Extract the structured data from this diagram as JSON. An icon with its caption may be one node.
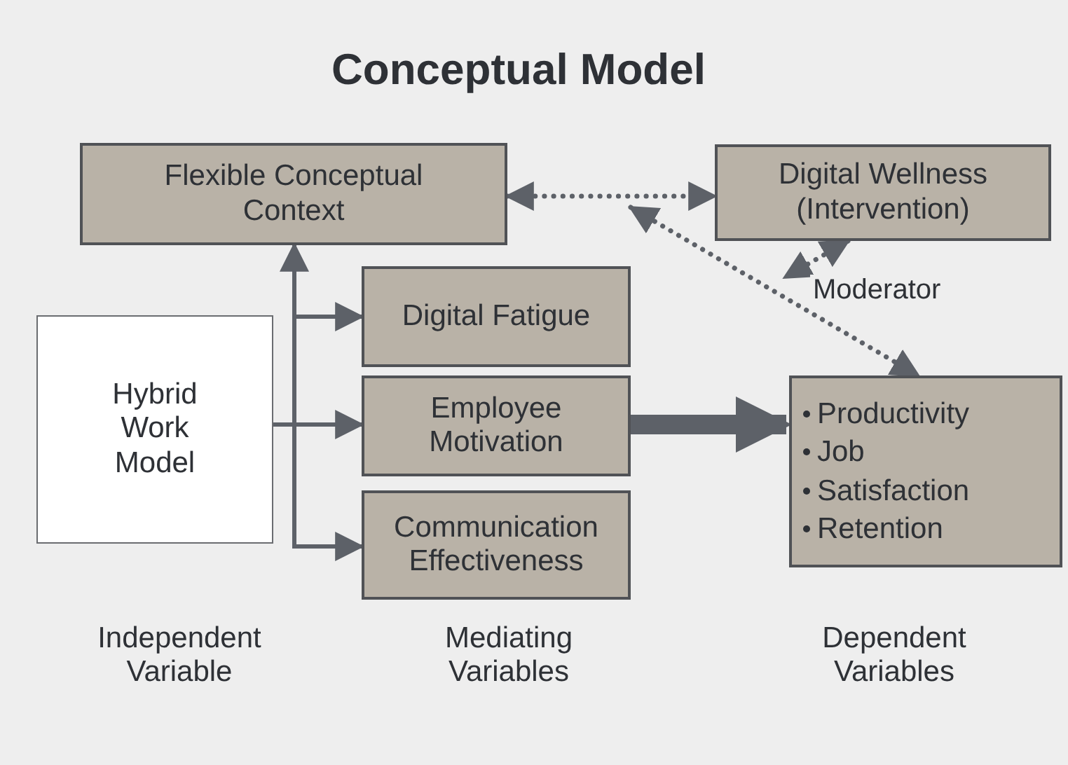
{
  "diagram": {
    "title": "Conceptual Model",
    "nodes": [
      {
        "text": [
          "Flexible Conceptual Context"
        ]
      },
      {
        "text": [
          "Digital Wellness (Intervention)"
        ]
      },
      {
        "text": [
          "Hybrid Work Model"
        ]
      },
      {
        "text": [
          "Digital Fatigue"
        ]
      },
      {
        "text": [
          "Employee Motivation"
        ]
      },
      {
        "text": [
          "Communication Effectiveness"
        ]
      },
      {
        "text": [
          "Productivity",
          "Job",
          "Satisfaction",
          "Retention"
        ]
      }
    ],
    "edges": [
      {
        "from": 0,
        "to": 1,
        "arrow": "both",
        "style": "dashed"
      },
      {
        "from": null,
        "to": 6,
        "arrow": "both",
        "style": "dashed"
      },
      {
        "from": 1,
        "to": null,
        "arrow": "both",
        "style": "dashed",
        "label": "Moderator"
      },
      {
        "from": 2,
        "to": 0,
        "arrow": "to"
      },
      {
        "from": 2,
        "to": 3,
        "arrow": "to"
      },
      {
        "from": 2,
        "to": 4,
        "arrow": "to"
      },
      {
        "from": 2,
        "to": 5,
        "arrow": "to"
      },
      {
        "from": 4,
        "to": 6,
        "arrow": "to",
        "style": "thick"
      }
    ],
    "labels": [
      "Independent Variable",
      "Mediating Variables",
      "Dependent Variables"
    ]
  }
}
